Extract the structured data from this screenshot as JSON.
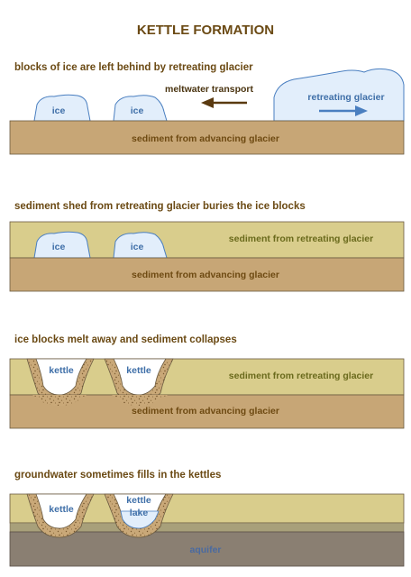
{
  "title": "KETTLE FORMATION",
  "panels": [
    {
      "caption": "blocks of ice are left behind by retreating glacier",
      "ice_block_1": "ice",
      "ice_block_2": "ice",
      "meltwater": "meltwater transport",
      "glacier": "retreating glacier",
      "lower_sediment": "sediment from advancing glacier"
    },
    {
      "caption": "sediment shed from retreating glacier buries the ice blocks",
      "ice_block_1": "ice",
      "ice_block_2": "ice",
      "upper_sediment": "sediment from retreating glacier",
      "lower_sediment": "sediment from advancing glacier"
    },
    {
      "caption": "ice blocks melt away and sediment collapses",
      "kettle_1": "kettle",
      "kettle_2": "kettle",
      "upper_sediment": "sediment from retreating glacier",
      "lower_sediment": "sediment from advancing glacier"
    },
    {
      "caption": "groundwater sometimes fills in the kettles",
      "kettle_1": "kettle",
      "kettle_lake_line1": "kettle",
      "kettle_lake_line2": "lake",
      "aquifer": "aquifer"
    }
  ],
  "colors": {
    "title": "#6b4a14",
    "lower_sediment": "#c7a676",
    "upper_sediment": "#d9cd8c",
    "ice": "#e2eefb",
    "ice_outline": "#4a7fc0",
    "aquifer": "#8a7f72",
    "arrow_brown": "#5a3a10",
    "arrow_blue": "#4a7fc0"
  }
}
